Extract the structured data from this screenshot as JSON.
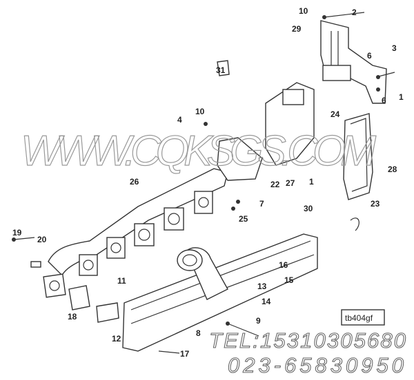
{
  "diagram": {
    "callouts": [
      "10",
      "2",
      "29",
      "3",
      "6",
      "6",
      "1",
      "31",
      "10",
      "4",
      "24",
      "28",
      "26",
      "22",
      "27",
      "1",
      "7",
      "25",
      "23",
      "30",
      "19",
      "20",
      "16",
      "15",
      "13",
      "14",
      "11",
      "18",
      "9",
      "8",
      "12",
      "17"
    ],
    "drawing_code": "tb404gf"
  },
  "watermark": {
    "site": "WWW.CQKSGS.COM",
    "tel": "TEL:15310305680",
    "phone": "023-65830950"
  }
}
